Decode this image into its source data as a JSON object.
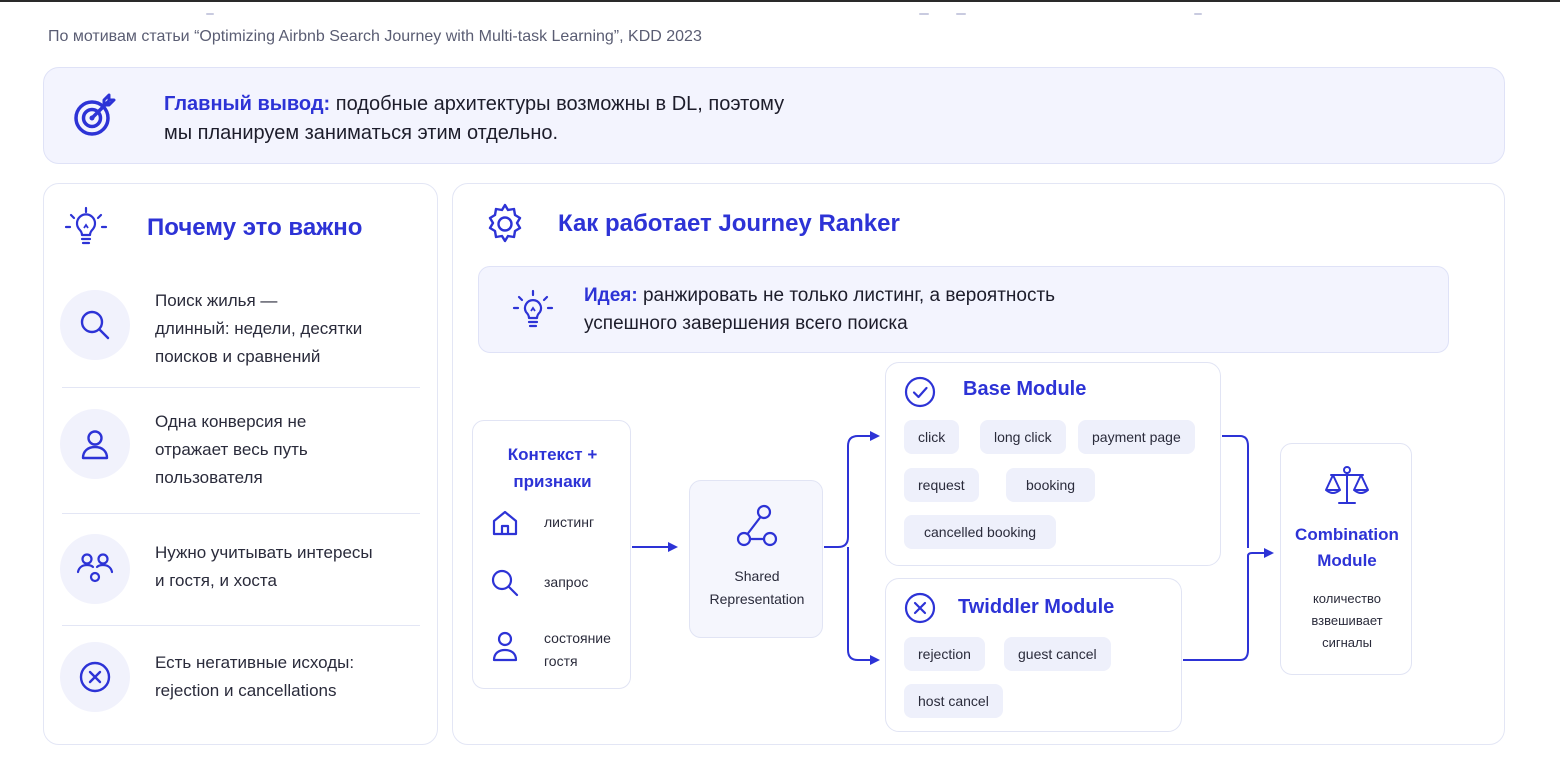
{
  "caption": "По мотивам статьи “Optimizing Airbnb Search Journey with Multi-task Learning”, KDD 2023",
  "banner": {
    "icon": "target-icon",
    "bold": "Главный вывод:",
    "line1": "подобные архитектуры возможны в DL, поэтому",
    "line2": "мы планируем заниматься этим отдельно."
  },
  "why": {
    "title": "Почему это важно",
    "icon": "lightbulb-icon",
    "items": [
      {
        "icon": "search-icon",
        "lines": [
          "Поиск жилья —",
          "длинный: недели, десятки",
          "поисков и сравнений"
        ]
      },
      {
        "icon": "user-icon",
        "lines": [
          "Одна конверсия не",
          "отражает весь путь",
          "пользователя"
        ]
      },
      {
        "icon": "users-icon",
        "lines": [
          "Нужно учитывать интересы",
          "и гостя, и хоста"
        ]
      },
      {
        "icon": "close-circle-icon",
        "lines": [
          "Есть негативные исходы:",
          "rejection и cancellations"
        ]
      }
    ]
  },
  "how": {
    "title": "Как работает Journey Ranker",
    "icon": "gear-icon",
    "idea": {
      "bold": "Идея:",
      "line1": "ранжировать не только листинг, а вероятность",
      "line2": "успешного завершения всего поиска"
    },
    "context": {
      "title_line1": "Контекст +",
      "title_line2": "признаки",
      "items": [
        {
          "icon": "house-icon",
          "lines": [
            "листинг"
          ]
        },
        {
          "icon": "search-icon",
          "lines": [
            "запрос"
          ]
        },
        {
          "icon": "user-icon",
          "lines": [
            "состояние",
            "гостя"
          ]
        }
      ]
    },
    "shared": {
      "icon": "share-graph-icon",
      "line1": "Shared",
      "line2": "Representation"
    },
    "base": {
      "icon": "check-circle-icon",
      "title": "Base Module",
      "chips": [
        "click",
        "long click",
        "payment page",
        "request",
        "booking",
        "cancelled booking"
      ]
    },
    "twiddler": {
      "icon": "x-circle-icon",
      "title": "Twiddler Module",
      "chips": [
        "rejection",
        "guest cancel",
        "host cancel"
      ]
    },
    "combination": {
      "icon": "scales-icon",
      "title_line1": "Combination",
      "title_line2": "Module",
      "desc": [
        "количество",
        "взвешивает",
        "сигналы"
      ]
    }
  },
  "colors": {
    "accent": "#2d33d6",
    "panel": "#f3f4fe",
    "chip": "#eef0fb",
    "border": "#e1e4f4"
  }
}
